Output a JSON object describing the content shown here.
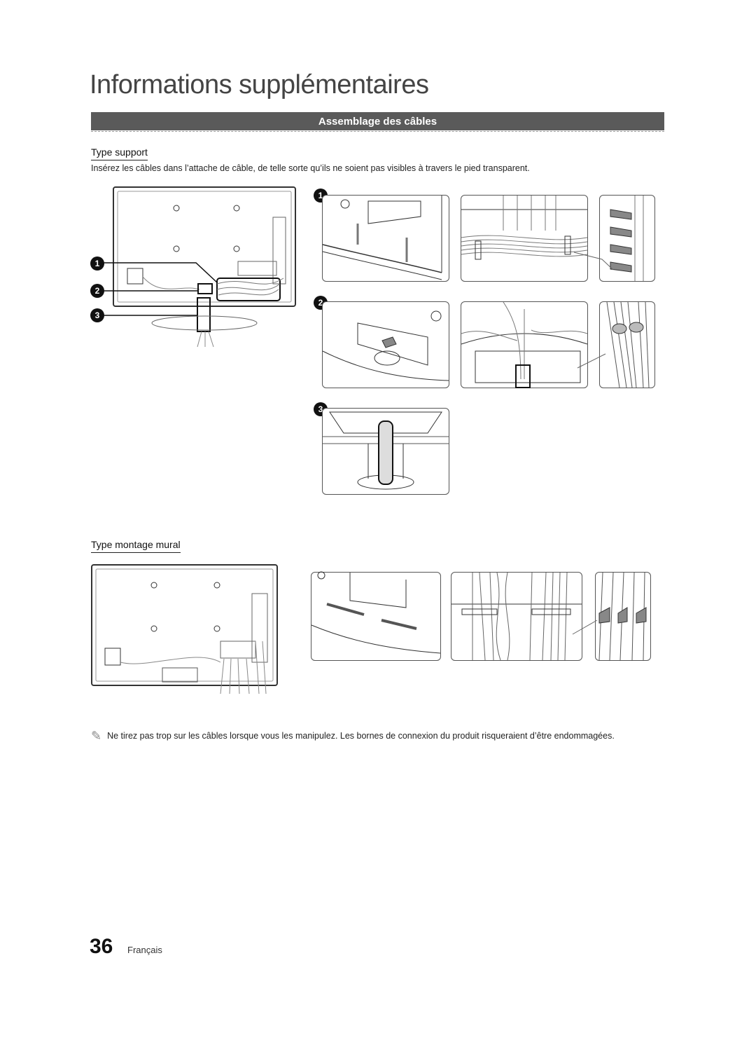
{
  "page": {
    "title": "Informations supplémentaires",
    "section_title": "Assemblage des câbles",
    "stand": {
      "heading": "Type support",
      "description": "Insérez les câbles dans l’attache de câble, de telle sorte qu’ils ne soient pas visibles à travers le pied transparent.",
      "steps": [
        "1",
        "2",
        "3"
      ]
    },
    "wall": {
      "heading": "Type montage mural"
    },
    "note": "Ne tirez pas trop sur les câbles lorsque vous les manipulez. Les bornes de connexion du produit risqueraient d’être endommagées.",
    "page_number": "36",
    "language": "Français"
  },
  "icons": {
    "note_icon": "pencil-note-icon",
    "step_badge": "numbered-circle-icon"
  },
  "colors": {
    "section_bar": "#5a5a5a",
    "title": "#444444"
  }
}
